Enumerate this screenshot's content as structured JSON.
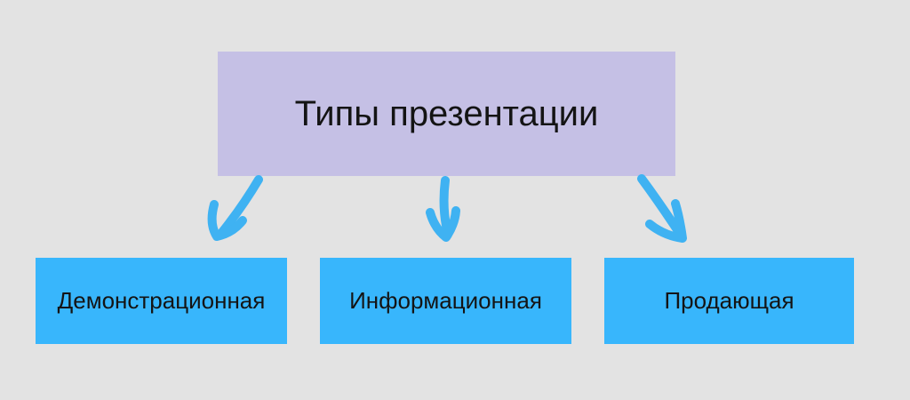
{
  "diagram": {
    "title": {
      "label": "Типы презентации"
    },
    "children": [
      {
        "label": "Демонстрационная"
      },
      {
        "label": "Информационная"
      },
      {
        "label": "Продающая"
      }
    ]
  },
  "colors": {
    "canvas-bg": "#e3e3e3",
    "title-box-bg": "#c5c0e5",
    "child-box-bg": "#38b6fc",
    "arrow": "#3fb2f2",
    "text": "#141414"
  }
}
